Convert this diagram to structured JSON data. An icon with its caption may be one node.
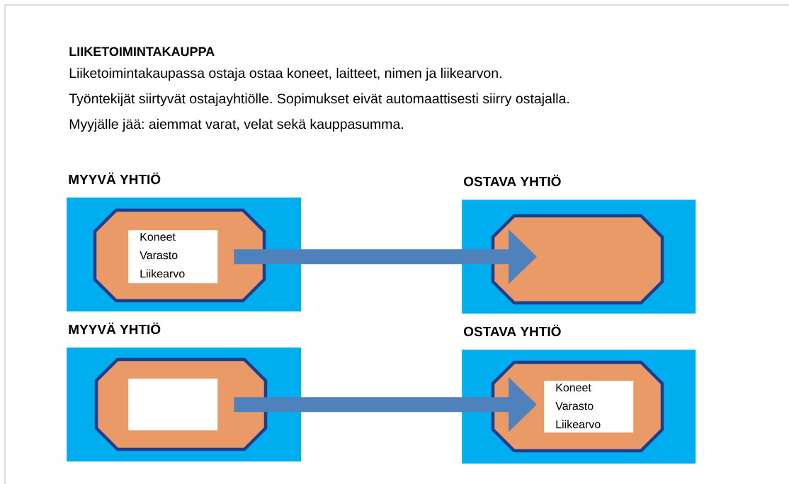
{
  "diagram": {
    "title": "LIIKETOIMINTAKAUPPA",
    "nodes": [
      {
        "text": [
          "MYYVÄ YHTIÖ"
        ]
      },
      {
        "text": [],
        "shape": "octagon",
        "in": 0
      },
      {
        "text": [
          "Koneet",
          "Varasto",
          "Liikearvo"
        ],
        "in": 1
      },
      {
        "text": [
          "OSTAVA YHTIÖ"
        ]
      },
      {
        "text": [],
        "shape": "octagon",
        "in": 3
      },
      {
        "text": [
          "MYYVÄ YHTIÖ"
        ]
      },
      {
        "text": [],
        "shape": "octagon",
        "in": 5
      },
      {
        "text": [],
        "shape": "box",
        "in": 6
      },
      {
        "text": [
          "OSTAVA YHTIÖ"
        ]
      },
      {
        "text": [],
        "shape": "octagon",
        "in": 8
      },
      {
        "text": [
          "Koneet",
          "Varasto",
          "Liikearvo"
        ],
        "in": 9
      }
    ],
    "edges": [
      {
        "from": 2,
        "to": 4,
        "arrow": "to"
      },
      {
        "from": 7,
        "to": 10,
        "arrow": "to"
      }
    ],
    "labels": [
      "Liiketoimintakaupassa ostaja ostaa koneet, laitteet, nimen ja liikearvon.",
      "Työntekijät siirtyvät ostajayhtiölle. Sopimukset eivät automaattisesti siirry ostajalla.",
      "Myyjälle jää: aiemmat varat, velat sekä kauppasumma."
    ]
  }
}
